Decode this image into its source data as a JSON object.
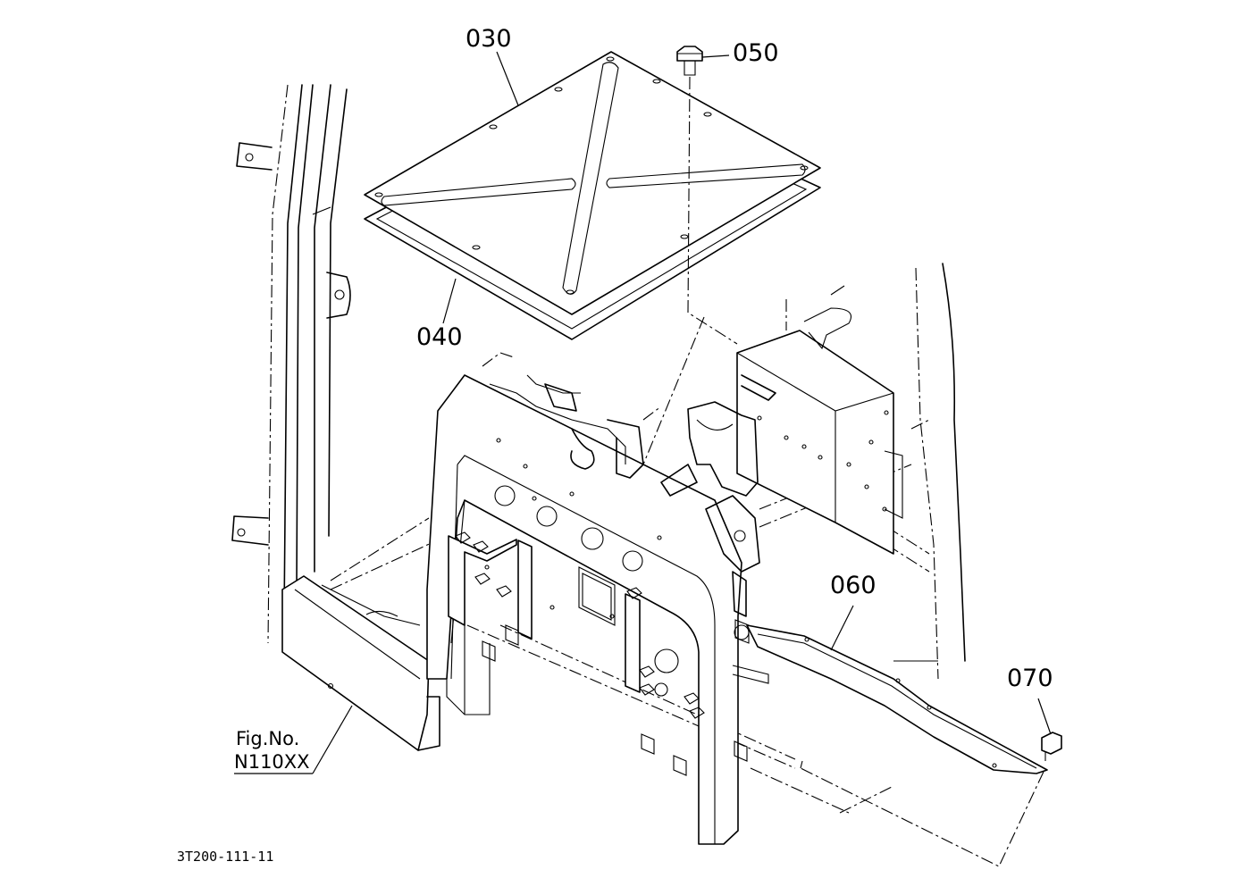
{
  "callouts": [
    {
      "id": "030",
      "label": "030"
    },
    {
      "id": "040",
      "label": "040"
    },
    {
      "id": "050",
      "label": "050"
    },
    {
      "id": "060",
      "label": "060"
    },
    {
      "id": "070",
      "label": "070"
    }
  ],
  "figure_ref": {
    "prefix": "Fig.No.",
    "number": "N110XX"
  },
  "drawing_code": "3T200-111-11"
}
